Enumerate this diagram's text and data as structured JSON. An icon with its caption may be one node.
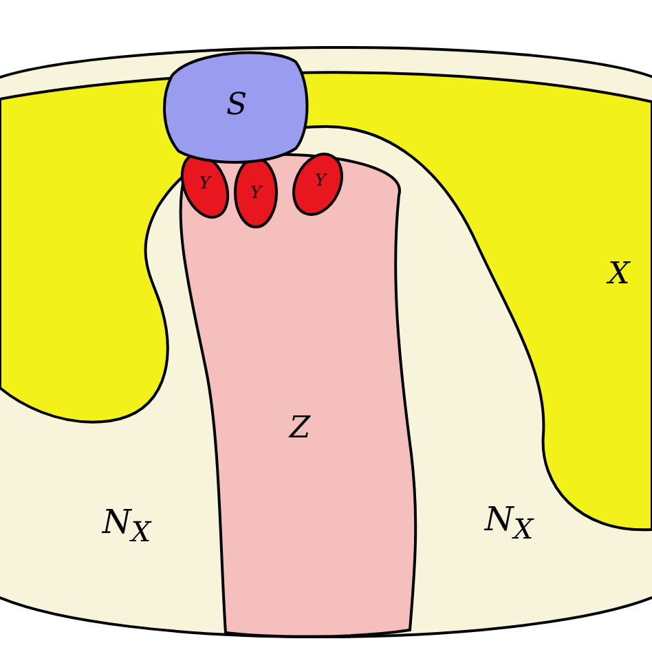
{
  "diagram": {
    "nodes": [
      {
        "text": [
          "N$_{X}$",
          "N$_{X}$"
        ]
      },
      {
        "text": [
          "X"
        ],
        "in": 0
      },
      {
        "text": [
          "Z"
        ],
        "in": 0
      },
      {
        "text": [
          "S"
        ],
        "in": 0
      },
      {
        "text": [
          "Y"
        ],
        "in": 2
      },
      {
        "text": [
          "Y"
        ],
        "in": 2
      },
      {
        "text": [
          "Y"
        ],
        "in": 2
      }
    ]
  }
}
